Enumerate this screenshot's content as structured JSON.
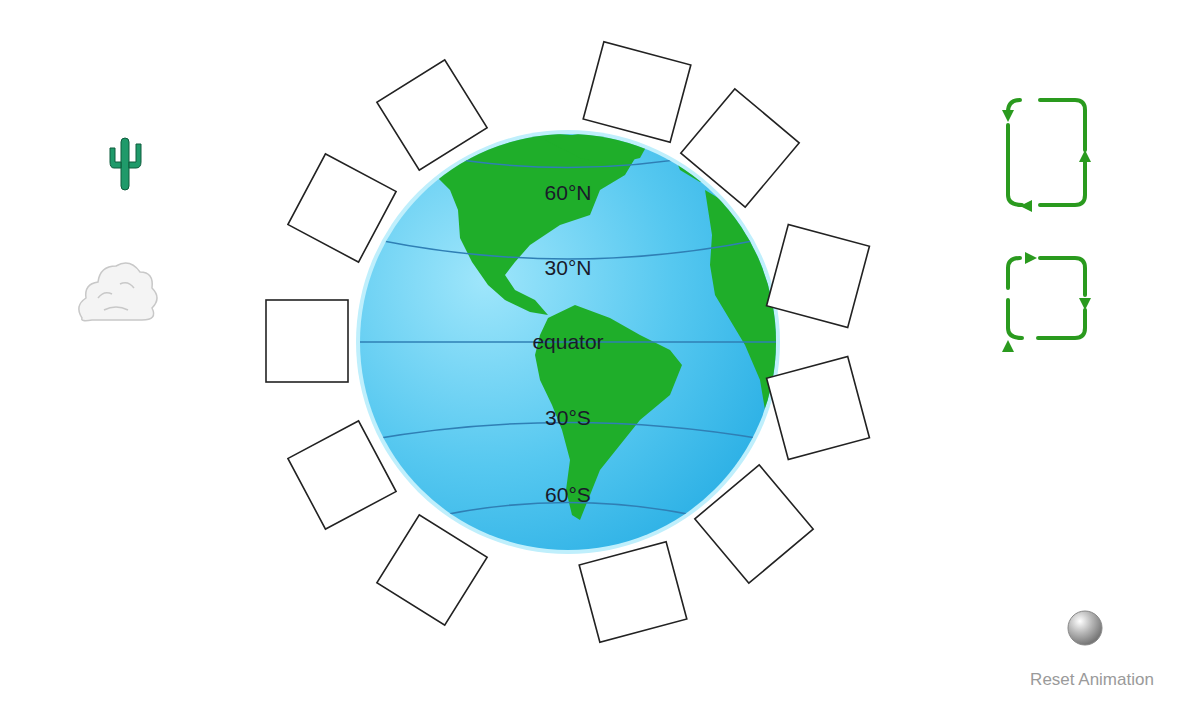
{
  "diagram": {
    "labels": [
      "60°N",
      "30°N",
      "equator",
      "30°S",
      "60°S",
      "Reset Animation"
    ]
  }
}
